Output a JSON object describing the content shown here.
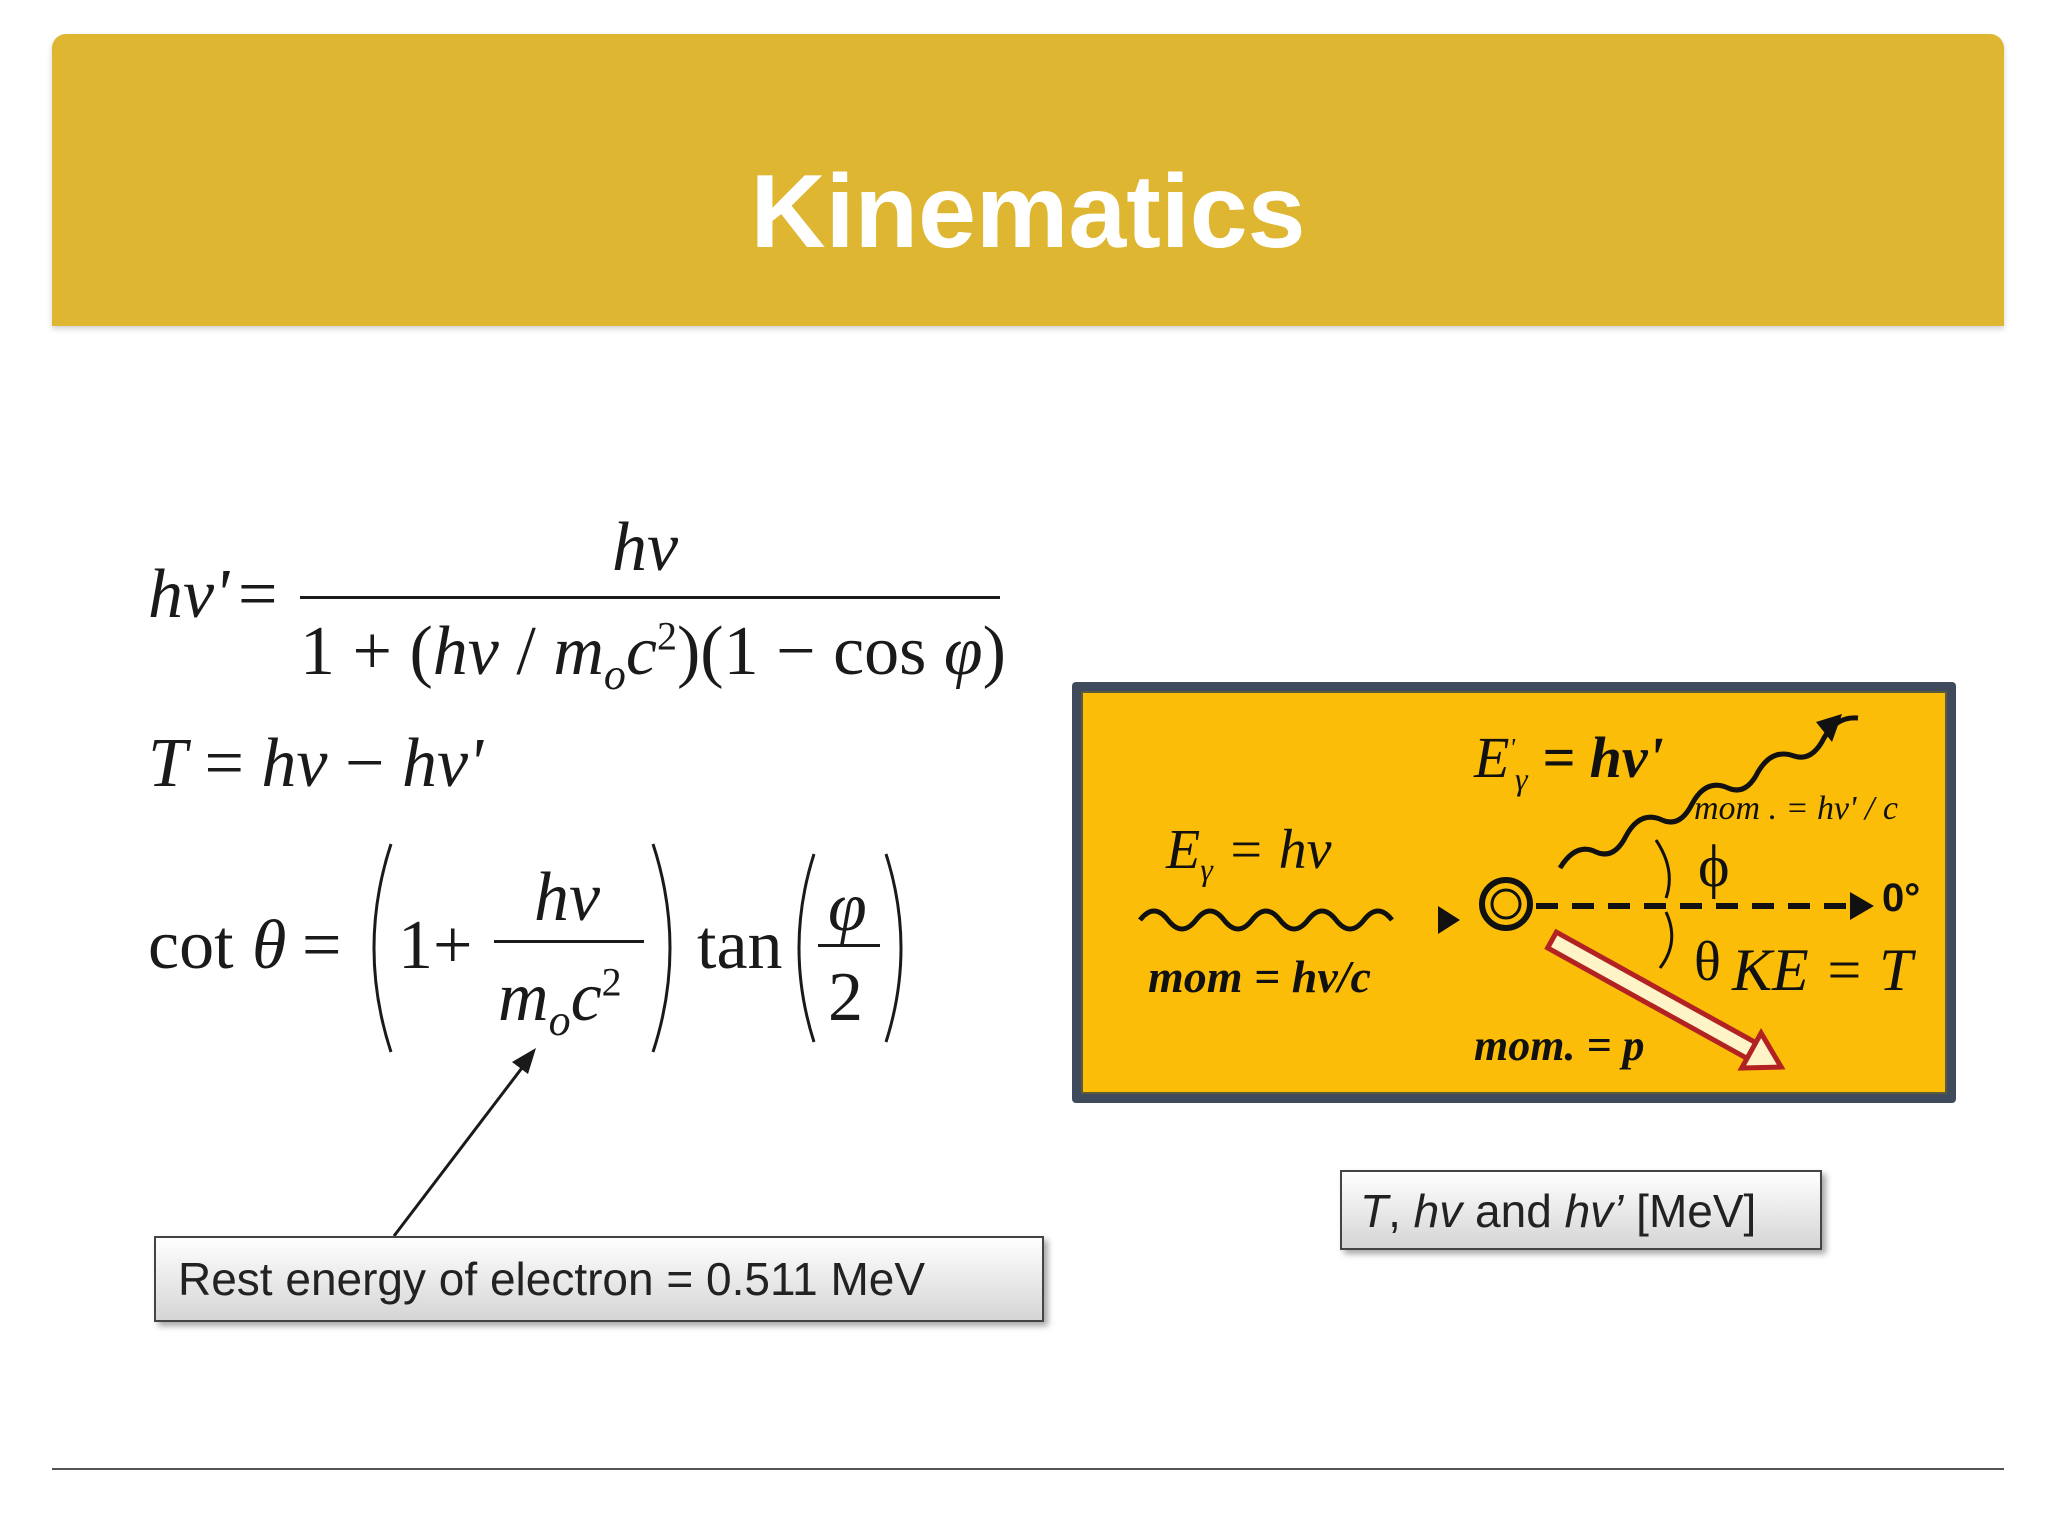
{
  "slide": {
    "title": "Kinematics"
  },
  "equations": {
    "eq1": {
      "lhs": "hv'",
      "equals": "=",
      "numerator": "hv",
      "denominator": {
        "one_plus": "1 + (",
        "hv": "hv",
        "slash": " / ",
        "m": "m",
        "sub_o": "o",
        "c": "c",
        "sup_2": "2",
        "middle": ")(1 − cos ",
        "phi": "φ",
        "close": ")"
      }
    },
    "eq2": {
      "T": "T",
      "rest": " = ",
      "hv": "hv",
      "minus": " − ",
      "hvprime": "hv'"
    },
    "eq3": {
      "cot": "cot",
      "theta": "θ",
      "equals": "=",
      "one_plus": "1+",
      "numerator": "hv",
      "den_m": "m",
      "den_o": "o",
      "den_c": "c",
      "den_2": "2",
      "tan": "tan",
      "phi": "φ",
      "two": "2"
    }
  },
  "diagram": {
    "background_color": "#fbbd08",
    "incident_energy": {
      "E": "E",
      "sub": "γ",
      "rhs": " = hv"
    },
    "incident_momentum": "mom = hv/c",
    "scattered_energy": {
      "E": "E",
      "sub": "γ",
      "sup": "'",
      "rhs": " = hv'"
    },
    "scattered_momentum": "mom . = hv' / c",
    "angle_phi": "ϕ",
    "angle_theta": "θ",
    "zero_degree_label": "0°",
    "electron_ke": "KE = T",
    "electron_momentum": "mom. = p"
  },
  "callouts": {
    "rest_energy": "Rest energy of electron = 0.511 MeV",
    "units": {
      "T": "T",
      "comma": ", ",
      "hv": "hv",
      "and": " and ",
      "hvprime": "hv’",
      "unit": " [MeV]"
    }
  }
}
